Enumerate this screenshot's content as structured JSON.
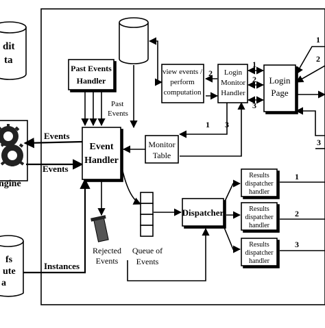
{
  "labels": {
    "audit_db": [
      "dit",
      "ta"
    ],
    "engine_label": "ngine",
    "events_out": "Events",
    "events_in": "Events",
    "instances": "Instances",
    "inst_db": [
      "fs",
      "ute",
      "a"
    ],
    "past_events_handler": [
      "Past Events",
      "Handler"
    ],
    "past_events": [
      "Past",
      "Events"
    ],
    "event_handler": [
      "Event",
      "Handler"
    ],
    "view_events": [
      "view events /",
      "perform",
      "computation"
    ],
    "login_monitor_handler": [
      "Login",
      "Monitor",
      "Handler"
    ],
    "login_page": [
      "Login",
      "Page"
    ],
    "monitor_table": [
      "Monitor",
      "Table"
    ],
    "rejected_events": [
      "Rejected",
      "Events"
    ],
    "queue_of_events": [
      "Queue of",
      "Events"
    ],
    "dispatcher": "Dispatcher",
    "results_dispatcher": [
      "Results",
      "dispatcher",
      "handler"
    ],
    "nums": {
      "one": "1",
      "two": "2",
      "three": "3"
    }
  },
  "colors": {
    "line": "#000000",
    "background": "#ffffff",
    "box_fill": "#ffffff"
  }
}
